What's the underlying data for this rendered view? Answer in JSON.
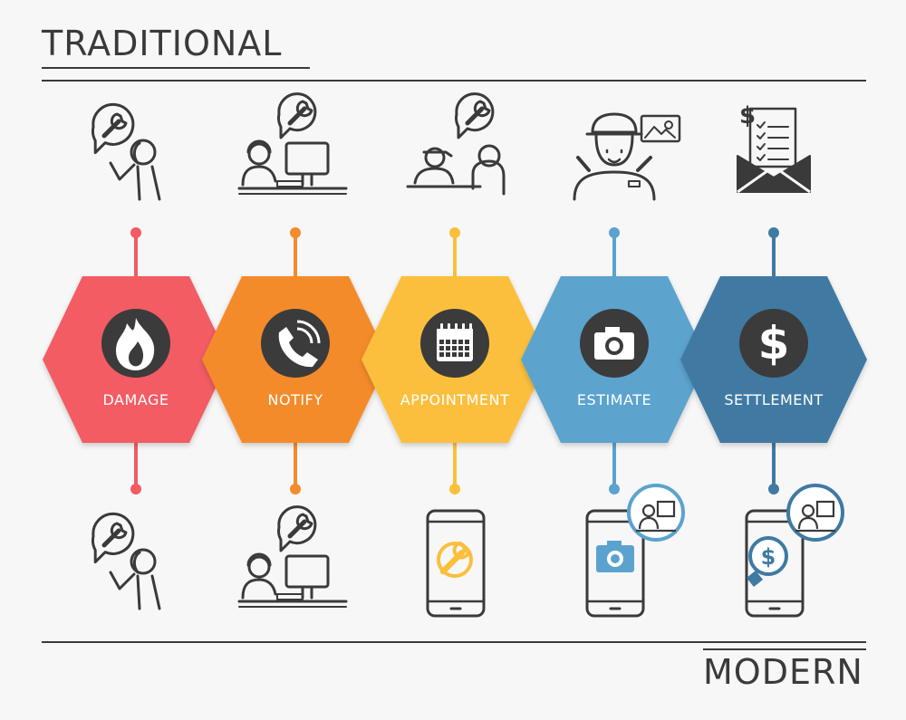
{
  "headings": {
    "top": "TRADITIONAL",
    "bottom": "MODERN"
  },
  "colors": {
    "ink": "#3a3a3a",
    "circle": "#3b3b3b",
    "background": "#f7f7f7"
  },
  "steps": [
    {
      "label": "DAMAGE",
      "color": "#f35b63",
      "center_icon": "fire-icon",
      "traditional_icon": "person-wrench-thought-icon",
      "modern_icon": "person-wrench-thought-icon"
    },
    {
      "label": "NOTIFY",
      "color": "#f48b2c",
      "center_icon": "phone-icon",
      "traditional_icon": "call-center-agent-icon",
      "modern_icon": "call-center-agent-icon"
    },
    {
      "label": "APPOINTMENT",
      "color": "#fbbf3c",
      "center_icon": "calendar-icon",
      "traditional_icon": "mechanic-customer-icon",
      "modern_icon": "smartphone-wrench-icon"
    },
    {
      "label": "ESTIMATE",
      "color": "#5ba3ce",
      "center_icon": "camera-icon",
      "traditional_icon": "appraiser-camera-icon",
      "modern_icon": "smartphone-camera-agent-icon"
    },
    {
      "label": "SETTLEMENT",
      "color": "#3f7aa3",
      "center_icon": "dollar-icon",
      "traditional_icon": "mailed-check-icon",
      "modern_icon": "smartphone-payment-agent-icon"
    }
  ]
}
